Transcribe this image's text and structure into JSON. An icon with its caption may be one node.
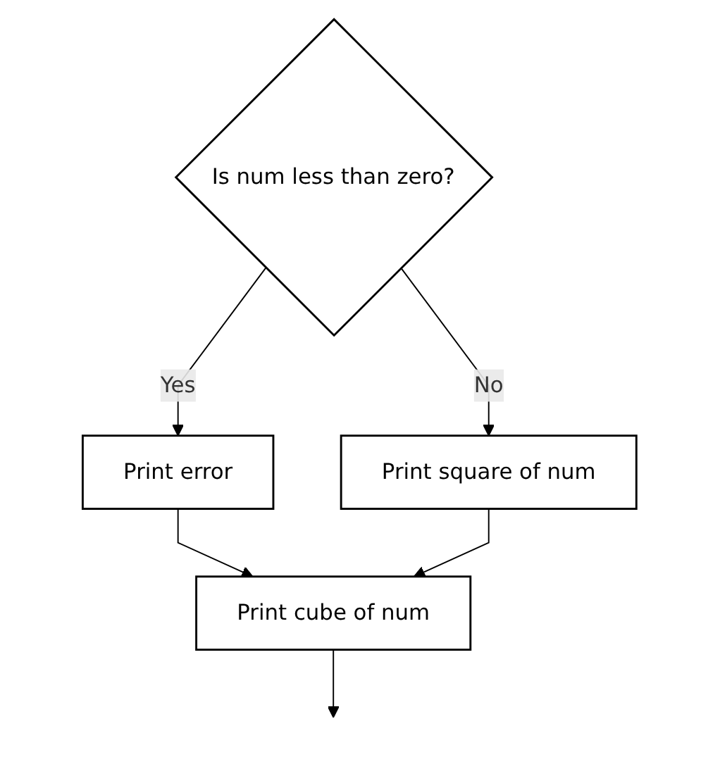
{
  "diagram": {
    "nodes": [
      {
        "text": [
          "Is num less than zero?"
        ]
      },
      {
        "text": [
          "Print square of num"
        ]
      },
      {
        "text": [
          "Print error"
        ]
      },
      {
        "text": [
          "Print cube of num"
        ]
      }
    ],
    "edges": [
      {
        "from": 0,
        "to": 1,
        "label": "No",
        "arrow": "to"
      },
      {
        "from": 0,
        "to": 2,
        "label": "Yes",
        "arrow": "to"
      },
      {
        "from": 2,
        "to": 3,
        "arrow": "to"
      },
      {
        "from": 1,
        "to": 3,
        "arrow": "to"
      },
      {
        "from": 3,
        "to": null,
        "arrow": "to"
      }
    ]
  }
}
